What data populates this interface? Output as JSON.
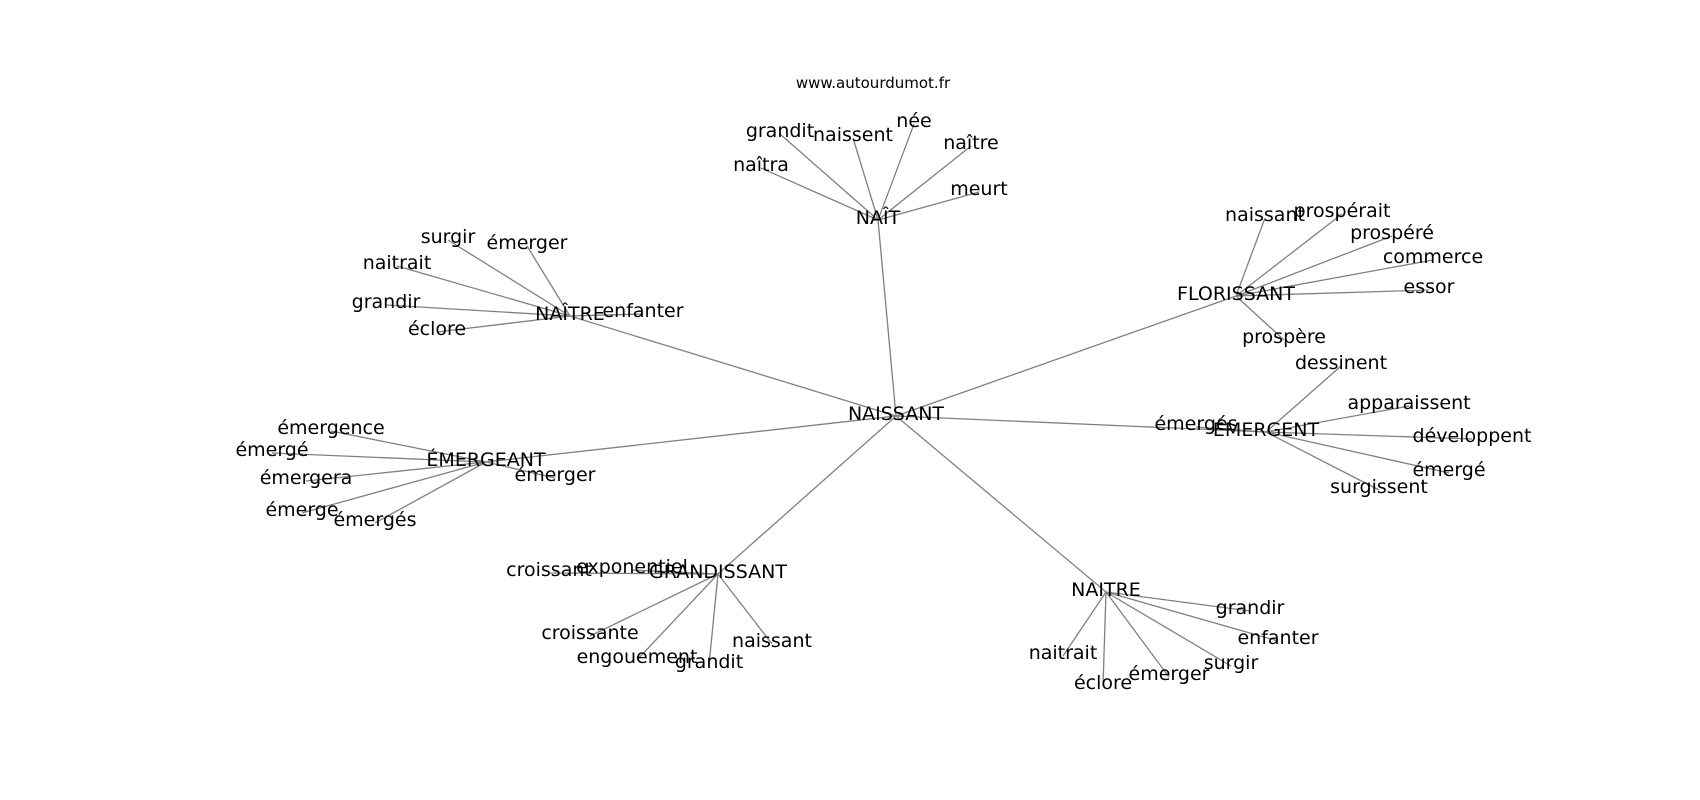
{
  "source": "www.autourdumot.fr",
  "root": "NAISSANT",
  "clusters": [
    {
      "word": "NAÎT",
      "related": [
        "grandit",
        "naissent",
        "née",
        "naître",
        "naîtra",
        "meurt"
      ]
    },
    {
      "word": "NAÎTRE",
      "related": [
        "surgir",
        "émerger",
        "naitrait",
        "grandir",
        "éclore",
        "enfanter"
      ]
    },
    {
      "word": "FLORISSANT",
      "related": [
        "naissant",
        "prospérait",
        "prospéré",
        "commerce",
        "essor",
        "prospère"
      ]
    },
    {
      "word": "ÉMERGENT",
      "related": [
        "dessinent",
        "apparaissent",
        "émergés",
        "développent",
        "émergé",
        "surgissent"
      ]
    },
    {
      "word": "ÉMERGEANT",
      "related": [
        "émergence",
        "émergé",
        "émergera",
        "émerge",
        "émergés",
        "émerger"
      ]
    },
    {
      "word": "GRANDISSANT",
      "related": [
        "croissant",
        "exponentiel",
        "croissante",
        "engouement",
        "grandit",
        "naissant"
      ]
    },
    {
      "word": "NAITRE",
      "related": [
        "grandir",
        "enfanter",
        "naitrait",
        "éclore",
        "émerger",
        "surgir"
      ]
    }
  ]
}
